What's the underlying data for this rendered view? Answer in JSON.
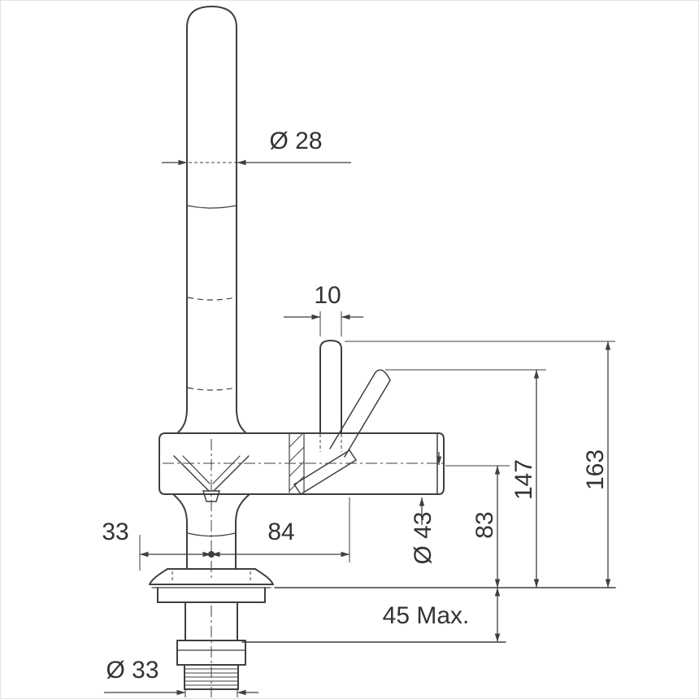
{
  "drawing": {
    "labels": {
      "spout_diameter": "Ø 28",
      "handle_width": "10",
      "overall_height": "163",
      "handle_tip_height": "147",
      "spout_outlet_height": "83",
      "head_diameter": "Ø 43",
      "spout_reach": "84",
      "base_offset": "33",
      "max_deck_thickness": "45 Max.",
      "shank_diameter": "Ø 33"
    },
    "colors": {
      "line": "#3f3f3f",
      "text": "#333333",
      "background": "#ffffff"
    }
  }
}
